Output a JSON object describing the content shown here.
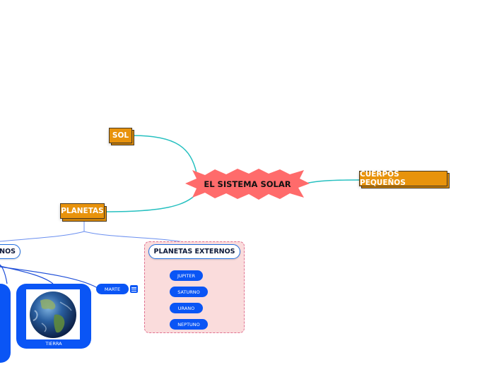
{
  "mindmap": {
    "title": "EL SISTEMA SOLAR",
    "central_color": "#ff6b6b",
    "branches": {
      "sol": {
        "label": "SOL"
      },
      "cuerpos": {
        "label": "CUERPOS PEQUEÑOS"
      },
      "planetas": {
        "label": "PLANETAS"
      }
    },
    "planetas_internos": {
      "label_visible": "NOS",
      "label_full": "PLANETAS INTERNOS",
      "children": [
        {
          "label": "TIERRA",
          "image": "earth-globe"
        },
        {
          "label": "MARTE",
          "has_note": true
        }
      ]
    },
    "planetas_externos": {
      "label": "PLANETAS EXTERNOS",
      "children": [
        {
          "label": "JUPITER"
        },
        {
          "label": "SATURNO"
        },
        {
          "label": "URANO"
        },
        {
          "label": "NEPTUNO"
        }
      ]
    },
    "colors": {
      "main_branch": "#e8930c",
      "connector_main": "#26c0c0",
      "connector_sub": "#6a8ff0",
      "leaf_blue": "#0a55f5",
      "group_fill": "#fadcdc",
      "group_border": "#e07090"
    }
  }
}
